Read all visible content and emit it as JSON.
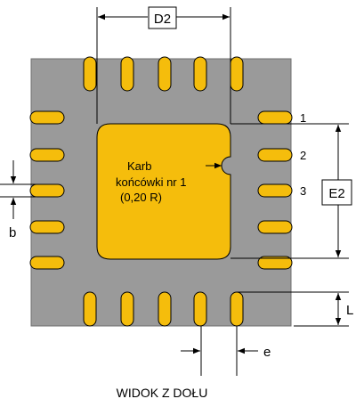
{
  "dimensions": {
    "d2": "D2",
    "e2": "E2",
    "b": "b",
    "l": "L",
    "e": "e"
  },
  "pins": {
    "pin1": "1",
    "pin2": "2",
    "pin3": "3"
  },
  "notch_note": {
    "line1": "Karb",
    "line2": "końcówki nr 1",
    "line3": "(0,20 R)"
  },
  "caption": "WIDOK Z DOŁU",
  "colors": {
    "body": "#9a9a9a",
    "pad": "#f5bd0c",
    "outline": "#000000"
  }
}
